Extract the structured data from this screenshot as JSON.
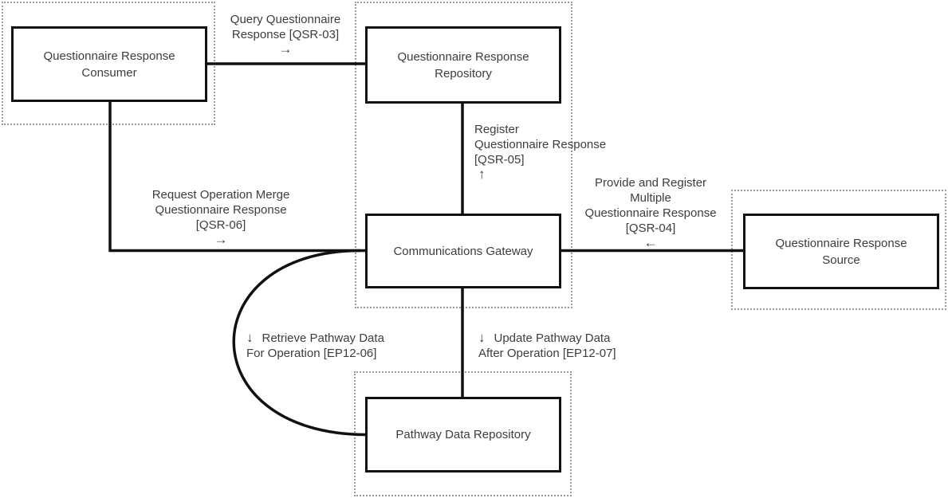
{
  "diagram": {
    "nodes": {
      "consumer": {
        "lines": [
          "Questionnaire Response",
          "Consumer"
        ]
      },
      "repository": {
        "lines": [
          "Questionnaire Response",
          "Repository"
        ]
      },
      "gateway": {
        "lines": [
          "Communications Gateway"
        ]
      },
      "source": {
        "lines": [
          "Questionnaire Response",
          "Source"
        ]
      },
      "pathway": {
        "lines": [
          "Pathway Data Repository"
        ]
      }
    },
    "edges": {
      "qsr03": {
        "from": "consumer",
        "to": "repository",
        "lines": [
          "Query Questionnaire",
          "Response [QSR-03]"
        ],
        "arrow": "→"
      },
      "qsr05": {
        "from": "gateway",
        "to": "repository",
        "lines": [
          "Register",
          "Questionnaire Response",
          "[QSR-05]"
        ],
        "arrow": "↑"
      },
      "qsr06": {
        "from": "consumer",
        "to": "gateway",
        "lines": [
          "Request Operation Merge",
          "Questionnaire Response",
          "[QSR-06]"
        ],
        "arrow": "→"
      },
      "qsr04": {
        "from": "source",
        "to": "gateway",
        "lines": [
          "Provide and Register",
          "Multiple",
          "Questionnaire Response",
          "[QSR-04]"
        ],
        "arrow": "←"
      },
      "ep12_06": {
        "from": "gateway",
        "to": "pathway",
        "lines": [
          "Retrieve Pathway Data",
          "For Operation [EP12-06]"
        ],
        "arrow": "↓"
      },
      "ep12_07": {
        "from": "gateway",
        "to": "pathway",
        "lines": [
          "Update Pathway Data",
          "After Operation [EP12-07]"
        ],
        "arrow": "↓"
      }
    },
    "colors": {
      "line": "#111111",
      "text": "#3d3d3d",
      "group_border": "#9a9a9a",
      "node_bg": "#ffffff"
    }
  }
}
